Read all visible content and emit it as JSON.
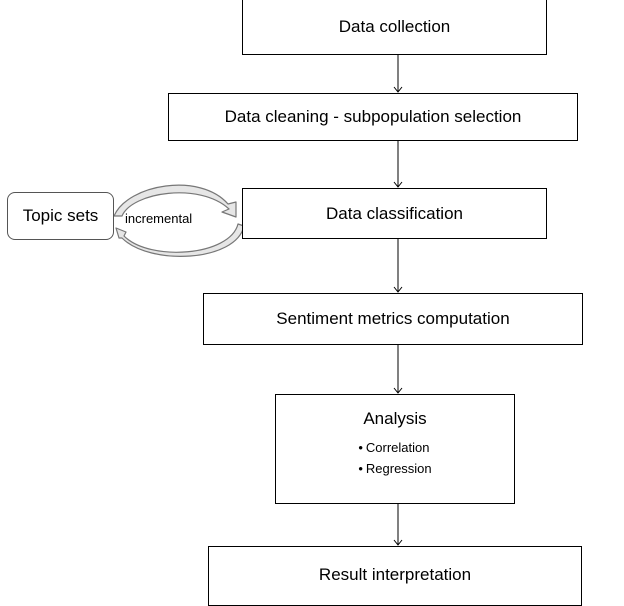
{
  "diagram": {
    "steps": {
      "collection": "Data collection",
      "cleaning": "Data cleaning - subpopulation selection",
      "classification": "Data classification",
      "sentiment": "Sentiment metrics computation",
      "analysis": {
        "title": "Analysis",
        "items": [
          "Correlation",
          "Regression"
        ]
      },
      "result": "Result interpretation"
    },
    "side_input": "Topic sets",
    "cycle_label": "incremental"
  },
  "colors": {
    "stroke": "#000000",
    "cycle_arrow_fill": "#e6e6e6",
    "cycle_arrow_stroke": "#777777",
    "topic_border": "#555555"
  }
}
